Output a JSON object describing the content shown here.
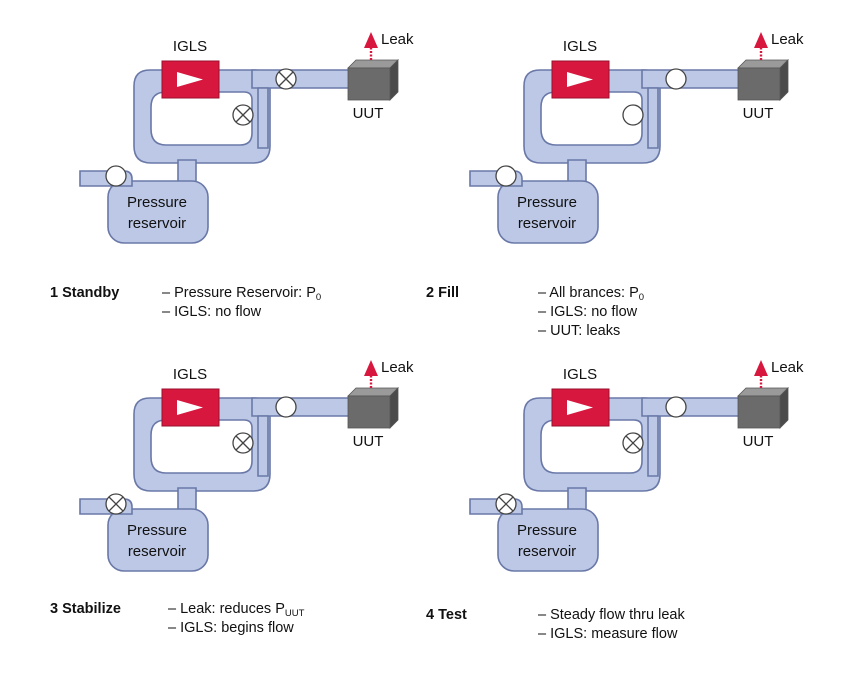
{
  "colors": {
    "pipe": "#bcc8e6",
    "pipe_stroke": "#6a78a8",
    "igls": "#d8173f",
    "uut": "#6b6b6b",
    "leak_arrow": "#d8173f"
  },
  "panels": [
    {
      "igls_label": "IGLS",
      "uut_label": "UUT",
      "leak_label": "Leak",
      "reservoir_line1": "Pressure",
      "reservoir_line2": "reservoir",
      "valves": {
        "top": "closed",
        "bypass": "closed",
        "inlet": "open"
      },
      "caption": {
        "step": "1 Standby",
        "lines": [
          {
            "text": "– Pressure Reservoir: P",
            "sub": "0"
          },
          {
            "text": "– IGLS: no flow",
            "sub": ""
          }
        ]
      }
    },
    {
      "igls_label": "IGLS",
      "uut_label": "UUT",
      "leak_label": "Leak",
      "reservoir_line1": "Pressure",
      "reservoir_line2": "reservoir",
      "valves": {
        "top": "open",
        "bypass": "open",
        "inlet": "open"
      },
      "caption": {
        "step": "2 Fill",
        "lines": [
          {
            "text": "– All brances: P",
            "sub": "0"
          },
          {
            "text": "– IGLS: no flow",
            "sub": ""
          },
          {
            "text": "– UUT: leaks",
            "sub": ""
          }
        ]
      }
    },
    {
      "igls_label": "IGLS",
      "uut_label": "UUT",
      "leak_label": "Leak",
      "reservoir_line1": "Pressure",
      "reservoir_line2": "reservoir",
      "valves": {
        "top": "open",
        "bypass": "closed",
        "inlet": "closed"
      },
      "caption": {
        "step": "3 Stabilize",
        "lines": [
          {
            "text": "– Leak: reduces P",
            "sub": "UUT"
          },
          {
            "text": "– IGLS: begins flow",
            "sub": ""
          }
        ]
      }
    },
    {
      "igls_label": "IGLS",
      "uut_label": "UUT",
      "leak_label": "Leak",
      "reservoir_line1": "Pressure",
      "reservoir_line2": "reservoir",
      "valves": {
        "top": "open",
        "bypass": "closed",
        "inlet": "closed"
      },
      "caption": {
        "step": "4 Test",
        "lines": [
          {
            "text": "– Steady flow thru leak",
            "sub": ""
          },
          {
            "text": "– IGLS: measure flow",
            "sub": ""
          }
        ]
      }
    }
  ]
}
